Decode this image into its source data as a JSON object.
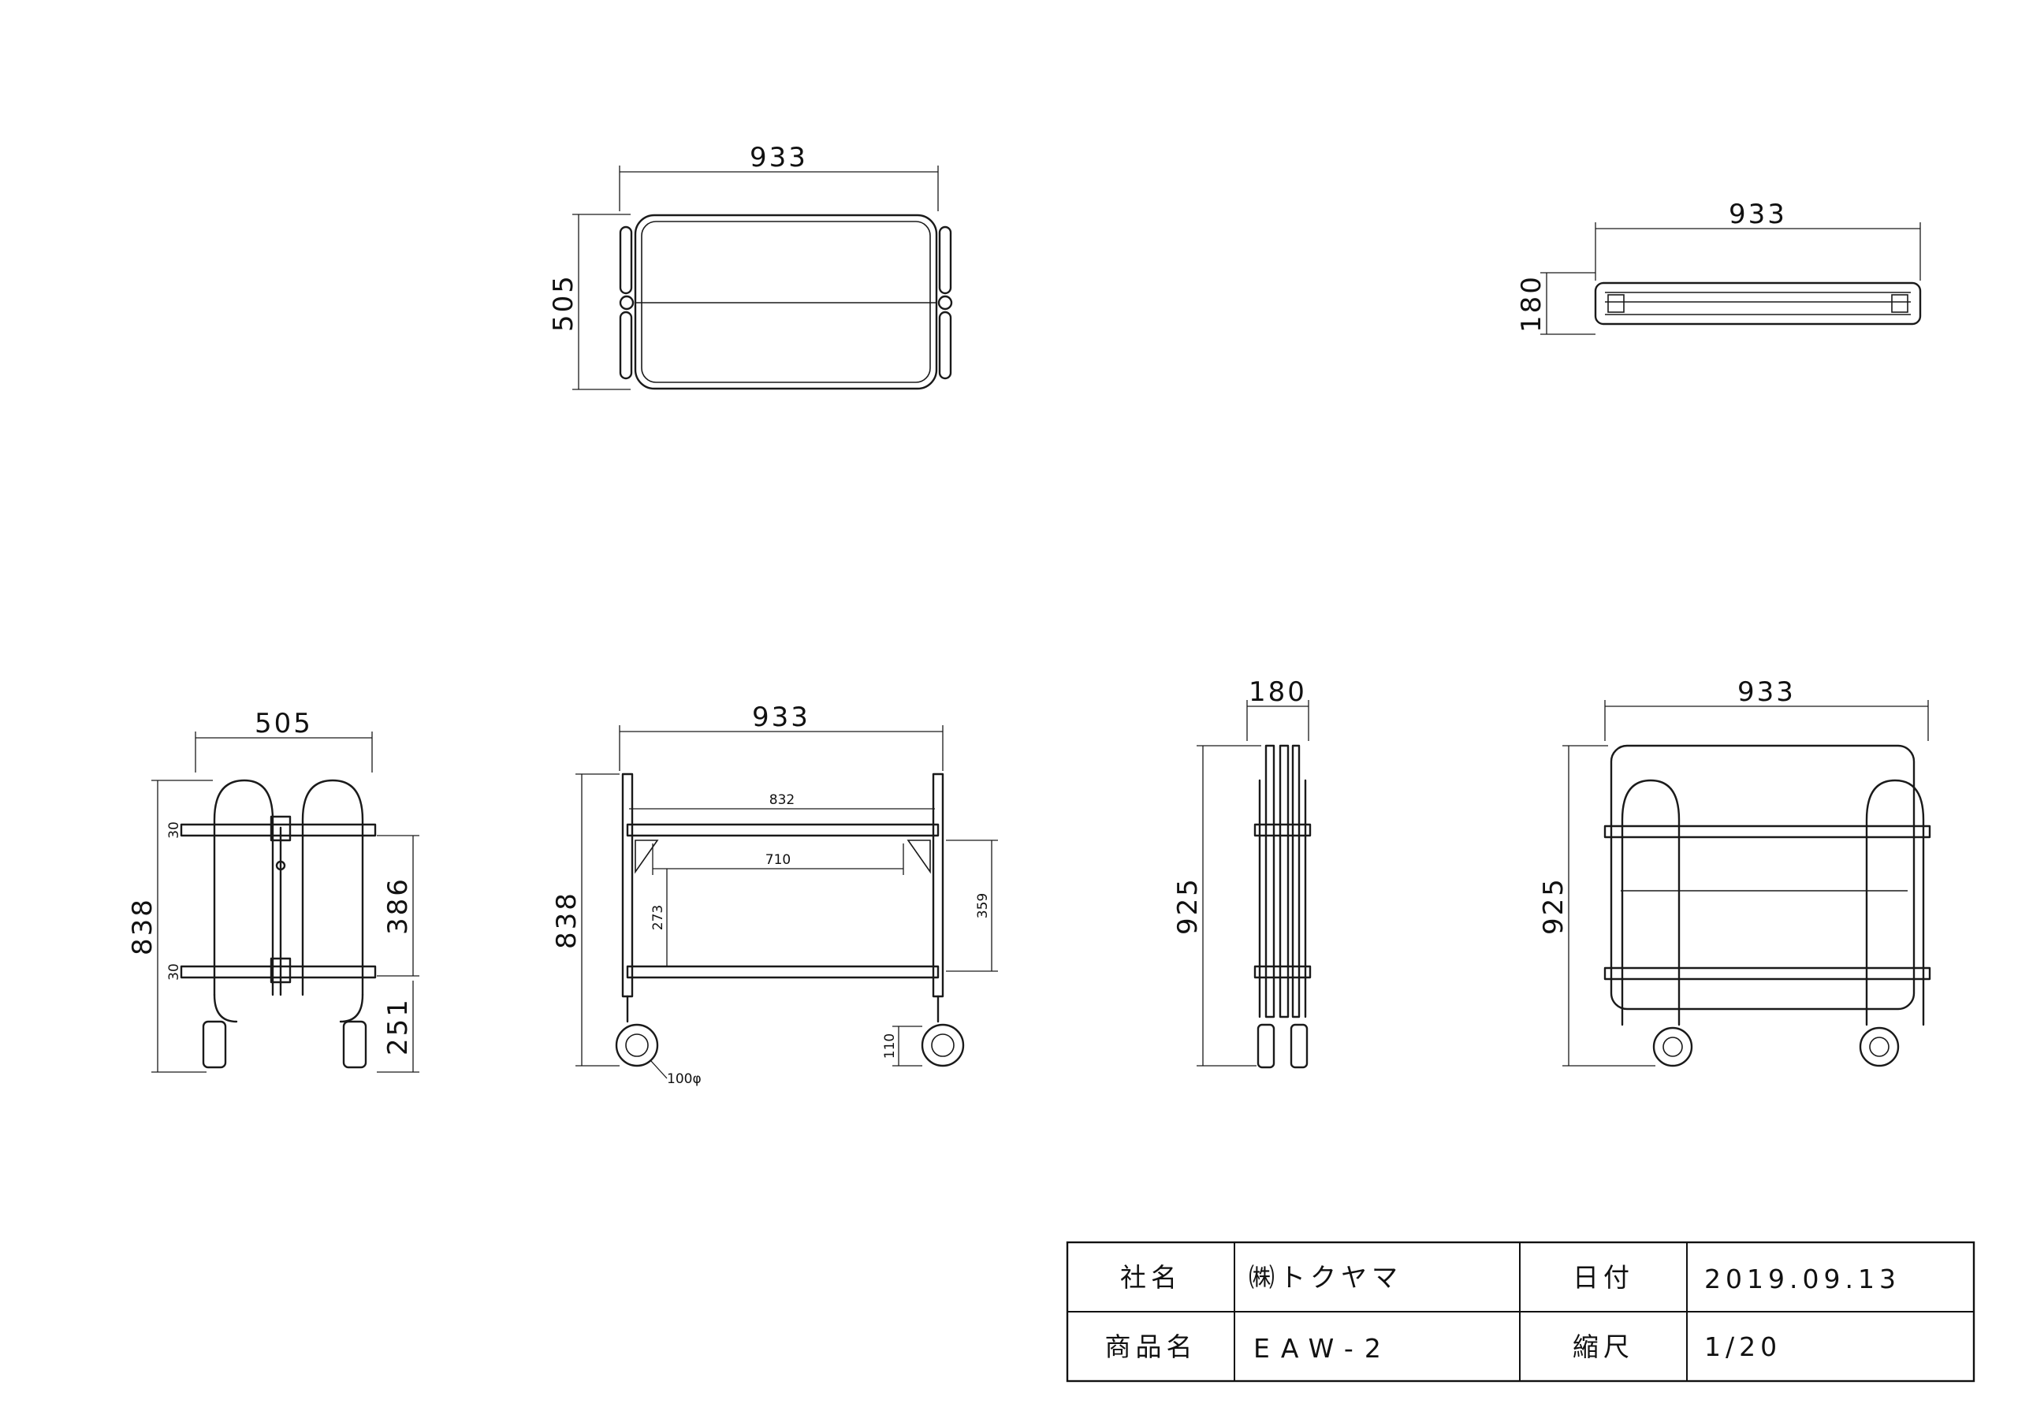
{
  "dimensions": {
    "top_view": {
      "width": "933",
      "depth": "505"
    },
    "folded_top_view": {
      "width": "933",
      "thickness": "180"
    },
    "side_view": {
      "width": "505",
      "height": "838",
      "shelf_spacing": "386",
      "lower_shelf_height": "251",
      "frame_thickness_top": "30",
      "frame_thickness_bottom": "30"
    },
    "front_view": {
      "width": "933",
      "height": "838",
      "inner_width": "832",
      "inner_span": "710",
      "inner_height": "273",
      "side_height": "359",
      "caster_height": "110",
      "caster_diameter": "100φ"
    },
    "folded_side_view": {
      "thickness": "180",
      "height": "925"
    },
    "folded_front_view": {
      "width": "933",
      "height": "925"
    }
  },
  "title_block": {
    "company_label": "社名",
    "company_value": "㈱トクヤマ",
    "date_label": "日付",
    "date_value": "2019.09.13",
    "product_label": "商品名",
    "product_value": "EAW-2",
    "scale_label": "縮尺",
    "scale_value": "1/20"
  }
}
